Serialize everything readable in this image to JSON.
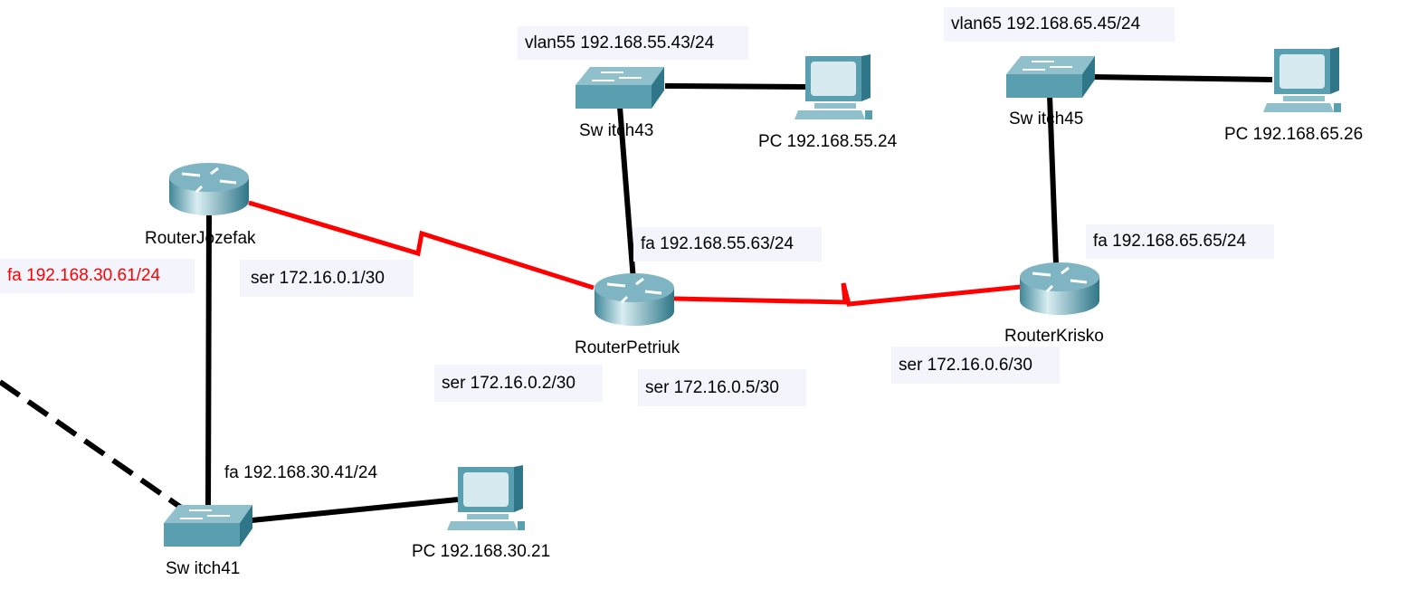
{
  "colors": {
    "serial_link": "#ff0000",
    "ethernet_link": "#000000",
    "highlight_label": "#ff0000",
    "device": "#5a9fb0"
  },
  "devices": {
    "router_jozefak": "RouterJozefak",
    "router_petriuk": "RouterPetriuk",
    "router_krisko": "RouterKrisko",
    "switch41": "Sw itch41",
    "switch43": "Sw itch43",
    "switch45": "Sw itch45",
    "pc30": "PC 192.168.30.21",
    "pc55": "PC 192.168.55.24",
    "pc65": "PC 192.168.65.26"
  },
  "addresses": {
    "vlan55": "vlan55 192.168.55.43/24",
    "vlan65": "vlan65 192.168.65.45/24",
    "petriuk_fa": "fa 192.168.55.63/24",
    "krisko_fa": "fa 192.168.65.65/24",
    "jozefak_fa": "fa 192.168.30.61/24",
    "jozefak_ser": "ser 172.16.0.1/30",
    "petriuk_ser1": "ser 172.16.0.2/30",
    "petriuk_ser2": "ser 172.16.0.5/30",
    "krisko_ser": "ser 172.16.0.6/30",
    "switch41_fa": "fa 192.168.30.41/24"
  }
}
